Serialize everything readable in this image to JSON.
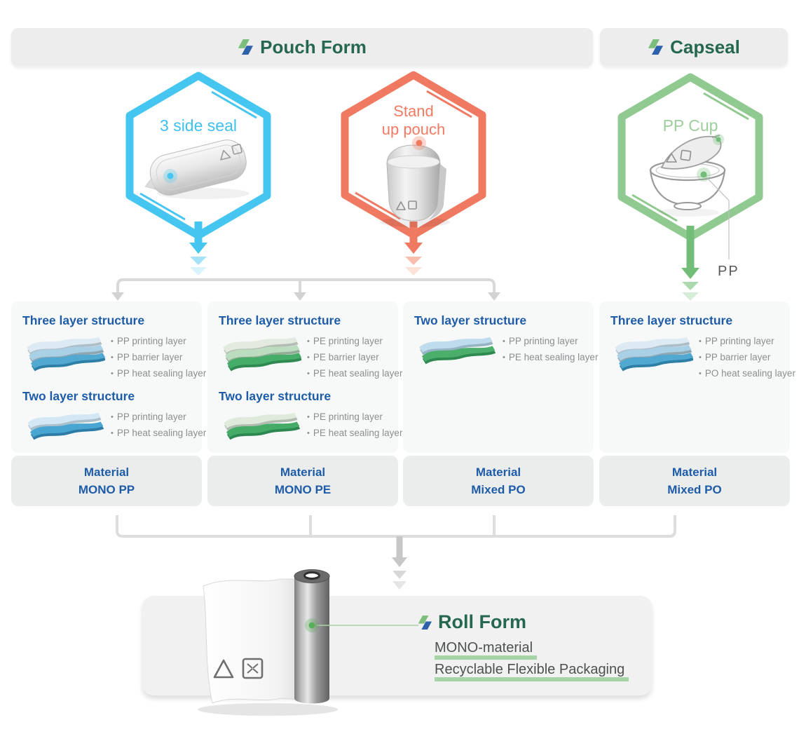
{
  "sections": {
    "pouch_form": "Pouch Form",
    "capseal": "Capseal"
  },
  "hexagons": [
    {
      "label": "3 side seal"
    },
    {
      "label": "Stand\nup pouch"
    },
    {
      "label": "PP Cup",
      "callout": "PP"
    }
  ],
  "cards": [
    {
      "blocks": [
        {
          "title": "Three layer structure",
          "items": [
            "PP printing layer",
            "PP barrier layer",
            "PP heat sealing layer"
          ]
        },
        {
          "title": "Two layer structure",
          "items": [
            "PP printing layer",
            "PP heat sealing layer"
          ]
        }
      ],
      "material": {
        "label": "Material",
        "value": "MONO PP"
      }
    },
    {
      "blocks": [
        {
          "title": "Three layer structure",
          "items": [
            "PE printing layer",
            "PE barrier layer",
            "PE heat sealing layer"
          ]
        },
        {
          "title": "Two layer structure",
          "items": [
            "PE printing layer",
            "PE heat sealing layer"
          ]
        }
      ],
      "material": {
        "label": "Material",
        "value": "MONO PE"
      }
    },
    {
      "blocks": [
        {
          "title": "Two layer structure",
          "items": [
            "PP printing layer",
            "PE heat sealing layer"
          ]
        }
      ],
      "material": {
        "label": "Material",
        "value": "Mixed PO"
      }
    },
    {
      "blocks": [
        {
          "title": "Three layer structure",
          "items": [
            "PP printing layer",
            "PP barrier layer",
            "PO heat sealing layer"
          ]
        }
      ],
      "material": {
        "label": "Material",
        "value": "Mixed PO"
      }
    }
  ],
  "roll_form": {
    "title": "Roll Form",
    "subtitle_line1": "MONO-material",
    "subtitle_line2": "Recyclable Flexible Packaging"
  },
  "colors": {
    "accent_blue": "#45C6F0",
    "accent_salmon": "#EF7961",
    "accent_green": "#90CA90",
    "brand_dark_green": "#26684F",
    "heading_blue": "#1E5CA8",
    "bullet_gray": "#8C8E90"
  }
}
